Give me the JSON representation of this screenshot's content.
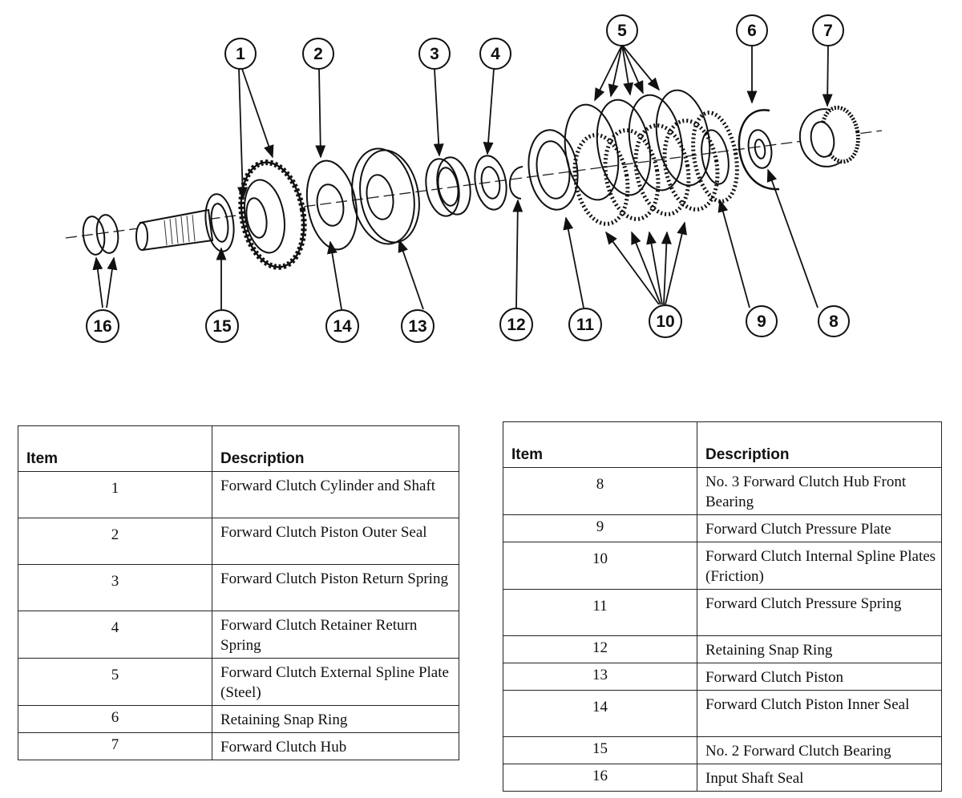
{
  "diagram": {
    "callouts": [
      "1",
      "2",
      "3",
      "4",
      "5",
      "6",
      "7",
      "8",
      "9",
      "10",
      "11",
      "12",
      "13",
      "14",
      "15",
      "16"
    ]
  },
  "legend_left": {
    "header_item": "Item",
    "header_description": "Description",
    "rows": [
      {
        "item": "1",
        "description": "Forward Clutch Cylinder and Shaft"
      },
      {
        "item": "2",
        "description": "Forward Clutch Piston Outer Seal"
      },
      {
        "item": "3",
        "description": "Forward Clutch Piston Return Spring"
      },
      {
        "item": "4",
        "description": "Forward Clutch Retainer Return Spring"
      },
      {
        "item": "5",
        "description": "Forward Clutch External Spline Plate (Steel)"
      },
      {
        "item": "6",
        "description": "Retaining Snap Ring"
      },
      {
        "item": "7",
        "description": "Forward Clutch Hub"
      }
    ]
  },
  "legend_right": {
    "header_item": "Item",
    "header_description": "Description",
    "rows": [
      {
        "item": "8",
        "description": "No. 3 Forward Clutch Hub Front Bearing"
      },
      {
        "item": "9",
        "description": "Forward Clutch Pressure Plate"
      },
      {
        "item": "10",
        "description": "Forward Clutch Internal Spline Plates (Friction)"
      },
      {
        "item": "11",
        "description": "Forward Clutch Pressure Spring"
      },
      {
        "item": "12",
        "description": "Retaining Snap Ring"
      },
      {
        "item": "13",
        "description": "Forward Clutch Piston"
      },
      {
        "item": "14",
        "description": "Forward Clutch Piston Inner Seal"
      },
      {
        "item": "15",
        "description": "No. 2 Forward Clutch Bearing"
      },
      {
        "item": "16",
        "description": "Input Shaft Seal"
      }
    ]
  }
}
